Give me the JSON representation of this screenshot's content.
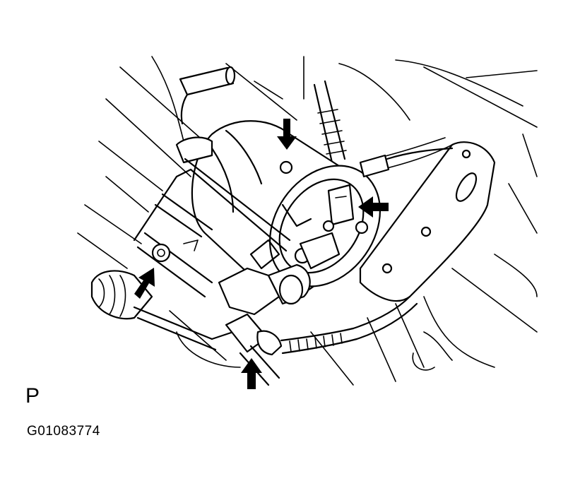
{
  "labels": {
    "view_letter": "P",
    "figure_code": "G01083774"
  },
  "colors": {
    "ink": "#000000",
    "paper": "#ffffff"
  },
  "callouts": [
    {
      "name": "arrow-top-bolt",
      "direction": "down"
    },
    {
      "name": "arrow-right-connector",
      "direction": "left"
    },
    {
      "name": "arrow-left-bolt",
      "direction": "up-right"
    },
    {
      "name": "arrow-bottom-hose",
      "direction": "up"
    }
  ]
}
